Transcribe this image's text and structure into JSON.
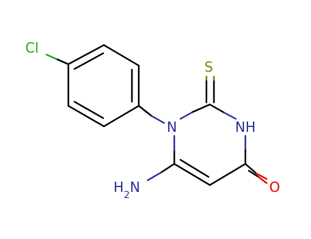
{
  "molecule": {
    "atoms": {
      "chlorine": {
        "symbol": "Cl",
        "color": "#1aab1a"
      },
      "sulfur": {
        "symbol": "S",
        "color": "#808000"
      },
      "ring_nitrogen": {
        "symbol": "N",
        "color": "#2e2e9c"
      },
      "amide_nh": {
        "symbol": "NH",
        "color": "#2e2e9c"
      },
      "amino": {
        "symbol": "H",
        "subscript": "2",
        "tail": "N",
        "color": "#2e2e9c"
      },
      "oxygen": {
        "symbol": "O",
        "color": "#e60000"
      }
    },
    "bond_color": "#000000"
  }
}
